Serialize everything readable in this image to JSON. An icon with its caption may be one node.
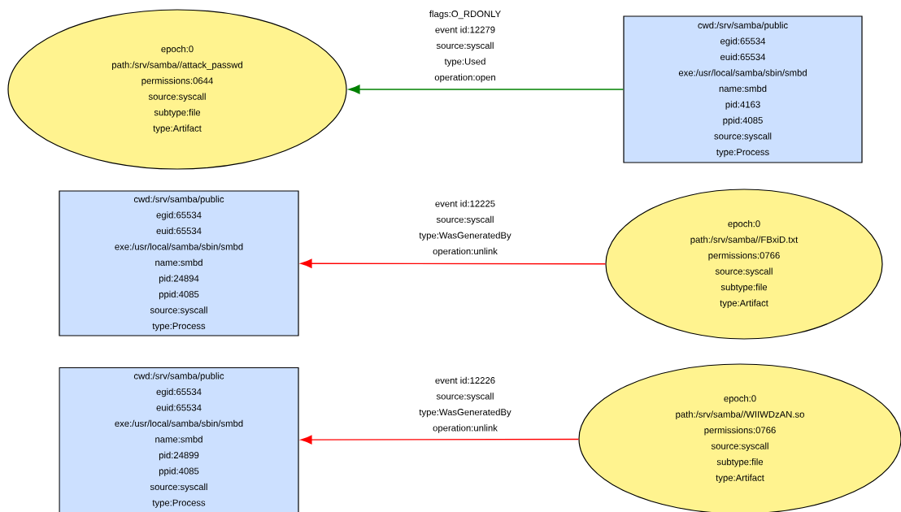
{
  "diagram": {
    "nodes": [
      {
        "text": [
          "epoch:0",
          "path:/srv/samba//attack_passwd",
          "permissions:0644",
          "source:syscall",
          "subtype:file",
          "type:Artifact"
        ]
      },
      {
        "text": [
          "cwd:/srv/samba/public",
          "egid:65534",
          "euid:65534",
          "exe:/usr/local/samba/sbin/smbd",
          "name:smbd",
          "pid:4163",
          "ppid:4085",
          "source:syscall",
          "type:Process"
        ]
      },
      {
        "text": [
          "cwd:/srv/samba/public",
          "egid:65534",
          "euid:65534",
          "exe:/usr/local/samba/sbin/smbd",
          "name:smbd",
          "pid:24894",
          "ppid:4085",
          "source:syscall",
          "type:Process"
        ]
      },
      {
        "text": [
          "epoch:0",
          "path:/srv/samba//FBxiD.txt",
          "permissions:0766",
          "source:syscall",
          "subtype:file",
          "type:Artifact"
        ]
      },
      {
        "text": [
          "cwd:/srv/samba/public",
          "egid:65534",
          "euid:65534",
          "exe:/usr/local/samba/sbin/smbd",
          "name:smbd",
          "pid:24899",
          "ppid:4085",
          "source:syscall",
          "type:Process"
        ]
      },
      {
        "text": [
          "epoch:0",
          "path:/srv/samba//WIIWDzAN.so",
          "permissions:0766",
          "source:syscall",
          "subtype:file",
          "type:Artifact"
        ]
      }
    ],
    "edges": [
      {
        "from": 1,
        "to": 0,
        "arrow": "to",
        "color": "#008000",
        "label": [
          "flags:O_RDONLY",
          "event id:12279",
          "source:syscall",
          "type:Used",
          "operation:open"
        ]
      },
      {
        "from": 3,
        "to": 2,
        "arrow": "to",
        "color": "#ff0000",
        "label": [
          "event id:12225",
          "source:syscall",
          "type:WasGeneratedBy",
          "operation:unlink"
        ]
      },
      {
        "from": 5,
        "to": 4,
        "arrow": "to",
        "color": "#ff0000",
        "label": [
          "event id:12226",
          "source:syscall",
          "type:WasGeneratedBy",
          "operation:unlink"
        ]
      }
    ]
  }
}
